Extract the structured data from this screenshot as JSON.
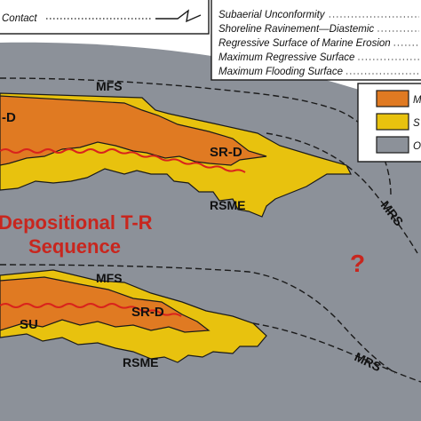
{
  "colors": {
    "background_gray": "#8c9199",
    "maximum_regressive_fill": "#e07a22",
    "shoreline_fill": "#e8c20e",
    "erosion_red": "#d9231c",
    "sequence_label_red": "#c8261e",
    "outline": "#1a1a1a"
  },
  "legend_left": {
    "contact_label": "Contact"
  },
  "legend_right": {
    "items": [
      "Subaerial Unconformity",
      "Shoreline Ravinement—Diastemic",
      "Regressive Surface of Marine Erosion",
      "Maximum Regressive Surface",
      "Maximum Flooding Surface"
    ]
  },
  "facies_legend": {
    "items": [
      {
        "label": "M",
        "color": "#e07a22"
      },
      {
        "label": "S",
        "color": "#e8c20e"
      },
      {
        "label": "O",
        "color": "#8c9199"
      }
    ]
  },
  "labels": {
    "mfs_upper": "MFS",
    "srd_upper_left": "-D",
    "srd_upper_right": "SR-D",
    "rsme_upper": "RSME",
    "mrs_upper": "MRS",
    "sequence_line1": "Depositional T-R",
    "sequence_line2": "Sequence",
    "question": "?",
    "mfs_lower": "MFS",
    "su_lower": "SU",
    "srd_lower": "SR-D",
    "rsme_lower": "RSME",
    "mrs_lower": "MRS"
  }
}
